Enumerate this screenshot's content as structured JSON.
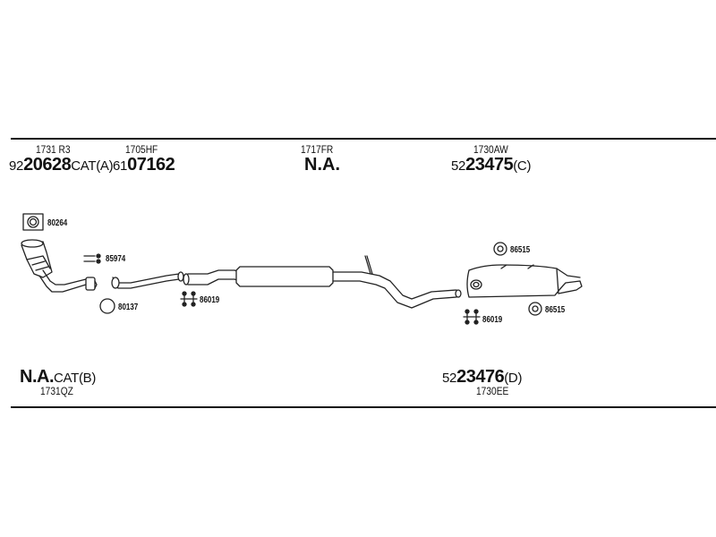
{
  "top_parts": [
    {
      "ref": "1731 R3",
      "prefix": "92",
      "number": "20628",
      "suffix": "CAT(A)"
    },
    {
      "ref": "1705HF",
      "prefix": "61",
      "number": "07162",
      "suffix": ""
    },
    {
      "ref": "1717FR",
      "label": "N.A."
    },
    {
      "ref": "1730AW",
      "prefix": "52",
      "number": "23475",
      "suffix": "(C)"
    }
  ],
  "bottom_parts": [
    {
      "ref": "1731QZ",
      "label": "N.A.",
      "suffix": "CAT(B)"
    },
    {
      "ref": "1730EE",
      "prefix": "52",
      "number": "23476",
      "suffix": "(D)"
    }
  ],
  "components": {
    "gasket_top": "80264",
    "clamp_1": "85974",
    "ring": "80137",
    "hanger_1": "86019",
    "hanger_2": "86019",
    "rubber_mount_1": "86515",
    "rubber_mount_2": "86515"
  }
}
